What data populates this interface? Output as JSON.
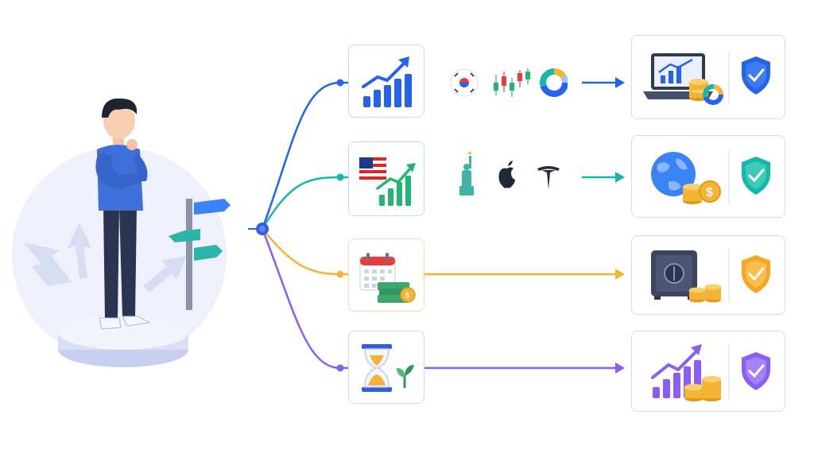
{
  "colors": {
    "blue": "#2563eb",
    "teal": "#14b8a6",
    "orange": "#f5b335",
    "purple": "#8b5cf6",
    "hub": "#2f5fe0",
    "halo": "#eef1fb"
  },
  "person": {
    "pose": "thinking",
    "shirt_color": "#3f6fd9",
    "pants_color": "#2a3350"
  },
  "signpost": {
    "sign_colors": [
      "#3b82f6",
      "#2bb5a6",
      "#2bb5a6"
    ]
  },
  "routes": [
    {
      "id": "growth-stocks",
      "color": "#2563eb",
      "start_icon": "growth-chart-icon",
      "middle_icons": [
        "korea-flag-icon",
        "candlestick-chart-icon",
        "donut-chart-icon"
      ],
      "end_icon": "laptop-coins-icon",
      "shield_color": "#2563eb"
    },
    {
      "id": "us-stocks",
      "color": "#14b8a6",
      "start_icon": "us-flag-chart-icon",
      "middle_icons": [
        "statue-of-liberty-icon",
        "apple-logo-icon",
        "tesla-logo-icon"
      ],
      "end_icon": "globe-coins-icon",
      "shield_color": "#14b8a6"
    },
    {
      "id": "savings",
      "color": "#f5b335",
      "start_icon": "calendar-cash-icon",
      "middle_icons": [],
      "end_icon": "safe-coins-icon",
      "shield_color": "#f5a623"
    },
    {
      "id": "long-term",
      "color": "#8b5cf6",
      "start_icon": "hourglass-sprout-icon",
      "middle_icons": [],
      "end_icon": "purple-chart-coins-icon",
      "shield_color": "#8b5cf6"
    }
  ]
}
